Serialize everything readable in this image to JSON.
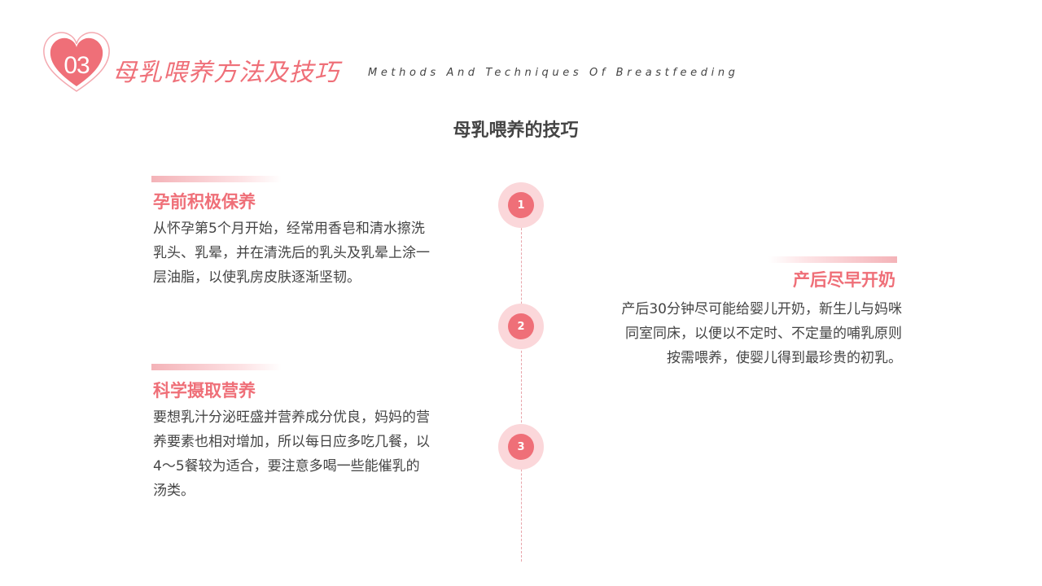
{
  "header": {
    "number": "03",
    "title": "母乳喂养方法及技巧",
    "subtitle": "Methods And Techniques Of Breastfeeding",
    "accent_color": "#ef6f78",
    "icon": "heart-icon"
  },
  "main_title": "母乳喂养的技巧",
  "timeline": {
    "nodes": [
      "1",
      "2",
      "3"
    ]
  },
  "items": [
    {
      "title": "孕前积极保养",
      "text": "从怀孕第5个月开始，经常用香皂和清水擦洗乳头、乳晕，并在清洗后的乳头及乳晕上涂一层油脂，以使乳房皮肤逐渐坚韧。"
    },
    {
      "title": "产后尽早开奶",
      "text": "产后30分钟尽可能给婴儿开奶，新生儿与妈咪同室同床，以便以不定时、不定量的哺乳原则按需喂养，使婴儿得到最珍贵的初乳。"
    },
    {
      "title": "科学摄取营养",
      "text": "要想乳汁分泌旺盛并营养成分优良，妈妈的营养要素也相对增加，所以每日应多吃几餐，以4～5餐较为适合，要注意多喝一些能催乳的汤类。"
    }
  ]
}
